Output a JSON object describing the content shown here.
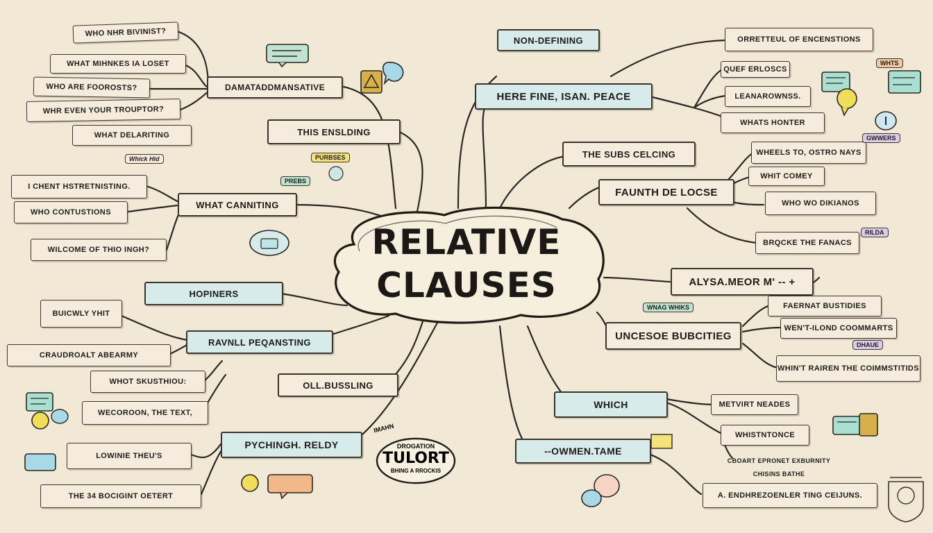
{
  "central": {
    "line1": "RELATIVE",
    "line2": "CLAUSES"
  },
  "left_nodes": [
    {
      "id": "who-nhr-bivinist",
      "text": "WHO NHR BIVINIST?"
    },
    {
      "id": "what-mihnkes",
      "text": "WHAT MIHNKES IA LOSET"
    },
    {
      "id": "who-are-foorosts",
      "text": "WHO ARE FOOROSTS?"
    },
    {
      "id": "whr-even-your",
      "text": "WHR EVEN YOUR TROUPTOR?"
    },
    {
      "id": "what-delarting",
      "text": "WHAT DELARITING"
    },
    {
      "id": "damatad",
      "text": "DAMATADDMANSATIVE"
    },
    {
      "id": "this-ensling",
      "text": "THIS ENSLDING"
    },
    {
      "id": "i-chent",
      "text": "I CHENT HSTRETNISTING."
    },
    {
      "id": "who-contustions",
      "text": "WHO CONTUSTIONS"
    },
    {
      "id": "what-canniting",
      "text": "WHAT CANNITING"
    },
    {
      "id": "welcome-thio",
      "text": "WILCOME OF THIO INGH?"
    },
    {
      "id": "hopiners",
      "text": "HOPINERS"
    },
    {
      "id": "buicwly",
      "text": "BUICWLY YHIT"
    },
    {
      "id": "ravnll",
      "text": "RAVNLL PEQANSTING"
    },
    {
      "id": "craudroalt",
      "text": "CRAUDROALT ABEARMY"
    },
    {
      "id": "whot-skusthiou",
      "text": "WHOT SKUSTHIOU:"
    },
    {
      "id": "oll-bussling",
      "text": "OLL.BUSSLING"
    },
    {
      "id": "wecoroon",
      "text": "WECOROON, THE TEXT,"
    },
    {
      "id": "pychingh",
      "text": "PYCHINGH. RELDY"
    },
    {
      "id": "lowinie",
      "text": "LOWINIE THEU'S"
    },
    {
      "id": "the-34",
      "text": "THE 34 BOCIGINT OETERT"
    }
  ],
  "right_nodes": [
    {
      "id": "non-defining",
      "text": "NON-DEFINING"
    },
    {
      "id": "orretteul",
      "text": "ORRETTEUL OF ENCENSTIONS"
    },
    {
      "id": "here-fine",
      "text": "HERE FINE, ISAN. PEACE"
    },
    {
      "id": "quef-erloscs",
      "text": "QUEF ERLOSCS"
    },
    {
      "id": "leanarownss",
      "text": "LEANAROWNSS."
    },
    {
      "id": "whats-honter",
      "text": "WHATS HONTER"
    },
    {
      "id": "subs-celcing",
      "text": "THE SUBS CELCING"
    },
    {
      "id": "wheels-to",
      "text": "WHEELS TO, OSTRO NAYS"
    },
    {
      "id": "what-comey",
      "text": "WHIT COMEY"
    },
    {
      "id": "faunth",
      "text": "FAUNTH DE LOCSE"
    },
    {
      "id": "who-wo-dikianos",
      "text": "WHO WO DIKIANOS"
    },
    {
      "id": "brqcke",
      "text": "BRQCKE THE FANACS"
    },
    {
      "id": "alysa",
      "text": "ALYSA.MEOR M' -- +"
    },
    {
      "id": "faernat",
      "text": "FAERNAT BUSTIDIES"
    },
    {
      "id": "went-ilond",
      "text": "WEN'T-ILOND COOMMARTS"
    },
    {
      "id": "uncesoe",
      "text": "UNCESOE BUBCITIEG"
    },
    {
      "id": "whin-raren",
      "text": "WHIN'T RAIREN THE COIMMSTITIDS"
    },
    {
      "id": "which",
      "text": "WHICH"
    },
    {
      "id": "metvirt",
      "text": "METVIRT NEADES"
    },
    {
      "id": "whistntonce",
      "text": "WHISTNTONCE"
    },
    {
      "id": "owmen-tame",
      "text": "--OWMEN.TAME"
    },
    {
      "id": "cboart",
      "text": "CBOART EPRONET EXBURNITY"
    },
    {
      "id": "chisins",
      "text": "CHISINS BATHE"
    },
    {
      "id": "endhrezoenler",
      "text": "A. ENDHREZOENLER TING CEIJUNS."
    }
  ],
  "tags": [
    {
      "id": "tag-purbes",
      "text": "PURBSES"
    },
    {
      "id": "tag-prebs",
      "text": "PREBS"
    },
    {
      "id": "tag-whick",
      "text": "Whick Hid"
    },
    {
      "id": "tag-wnag",
      "text": "WNAG WHIKS"
    },
    {
      "id": "tag-gwwers",
      "text": "GWWERS"
    },
    {
      "id": "tag-rilda",
      "text": "RILDA"
    },
    {
      "id": "tag-dhaue",
      "text": "DHAUE"
    },
    {
      "id": "tag-whts",
      "text": "WHTS"
    }
  ],
  "tutor": {
    "top": "IMAHN",
    "small": "DROGATION",
    "big": "TULORT",
    "bottom": "BHING A RROCKIS"
  }
}
